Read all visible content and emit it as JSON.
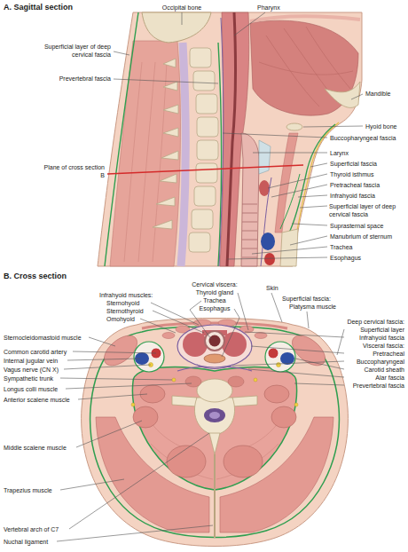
{
  "diagram": {
    "labels": [
      "A. Sagittal section",
      "Occipital bone",
      "Pharynx",
      "Superficial layer of deep cervical fascia",
      "Prevertebral fascia",
      "Mandible",
      "Hyoid bone",
      "Buccopharyngeal fascia",
      "Plane of cross section B",
      "Larynx",
      "Superficial fascia",
      "Thyroid isthmus",
      "Pretracheal fascia",
      "Infrahyoid fascia",
      "Superficial layer of deep cervical fascia",
      "Suprasternal space",
      "Manubrium of sternum",
      "Trachea",
      "Esophagus",
      "B. Cross section",
      "Cervical viscera:",
      "Thyroid gland",
      "Trachea",
      "Esophagus",
      "Skin",
      "Infrahyoid muscles:",
      "Sternohyoid",
      "Sternothyroid",
      "Omohyoid",
      "Superficial fascia:",
      "Platysma muscle",
      "Sternocleidomastoid muscle",
      "Deep cervical fascia:",
      "Superficial layer",
      "Infrahyoid fascia",
      "Visceral fascia:",
      "Pretracheal",
      "Buccopharyngeal",
      "Carotid sheath",
      "Alar fascia",
      "Prevertebral fascia",
      "Common carotid artery",
      "Internal jugular vein",
      "Vagus nerve (CN X)",
      "Sympathetic trunk",
      "Longus colli muscle",
      "Anterior scalene muscle",
      "Middle scalene muscle",
      "Trapezius muscle",
      "Vertebral arch of C7",
      "Nuchal ligament"
    ]
  }
}
